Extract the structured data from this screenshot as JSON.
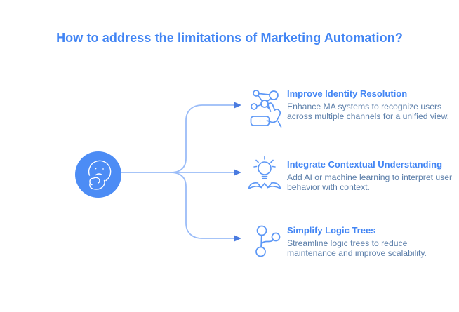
{
  "title": "How to address the limitations of Marketing Automation?",
  "colors": {
    "accent_blue": "#4285F4",
    "center_node_fill": "#4C8CF5",
    "connector_line": "#9ABCF8",
    "arrowhead": "#4A7BE0",
    "icon_stroke": "#5C97F6",
    "description_text": "#5B7EA9",
    "background": "#FFFFFF"
  },
  "center_node": {
    "icon": "thinking-face-icon"
  },
  "items": [
    {
      "icon": "identity-network-icon",
      "heading": "Improve Identity Resolution",
      "description": "Enhance MA systems to recognize users across multiple channels for a unified view."
    },
    {
      "icon": "lightbulb-hands-icon",
      "heading": "Integrate Contextual Understanding",
      "description": "Add AI or machine learning to interpret user behavior with context."
    },
    {
      "icon": "logic-tree-branch-icon",
      "heading": "Simplify Logic Trees",
      "description": "Streamline logic trees to reduce maintenance and improve scalability."
    }
  ]
}
